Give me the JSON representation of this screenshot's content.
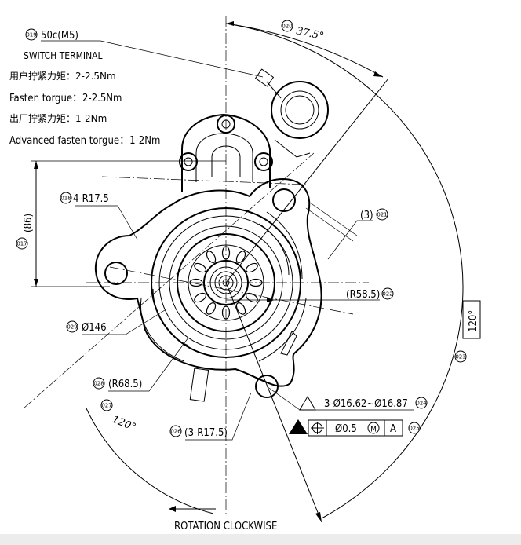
{
  "notes": {
    "callout_019": "019",
    "terminal_spec": "50c(M5)",
    "switch_terminal": "SWITCH TERMINAL",
    "user_torque": "用户拧紧力矩：2-2.5Nm",
    "fasten_torque": "Fasten torgue：2-2.5Nm",
    "factory_torque": "出厂拧紧力矩：1-2Nm",
    "advanced_torque": "Advanced fasten torgue：1-2Nm"
  },
  "dimensions": {
    "c017": "017",
    "d86": "(86)",
    "c018": "018",
    "r175": "4-R17.5",
    "c020": "020",
    "ang375": "37.5°",
    "c021": "021",
    "d3": "(3)",
    "c022": "022",
    "r585": "(R58.5)",
    "c023": "023",
    "ang120r": "120°",
    "c024": "024",
    "holes": "3-Ø16.62~Ø16.87",
    "c025": "025",
    "tol_value": "Ø0.5",
    "tol_mod": "M",
    "tol_datum": "A",
    "c026": "026",
    "r175b": "(3-R17.5)",
    "c027": "027",
    "ang120l": "120°",
    "c028": "028",
    "r685": "(R68.5)",
    "c029": "029",
    "d146": "Ø146"
  },
  "footer": {
    "rotation": "ROTATION CLOCKWISE"
  }
}
